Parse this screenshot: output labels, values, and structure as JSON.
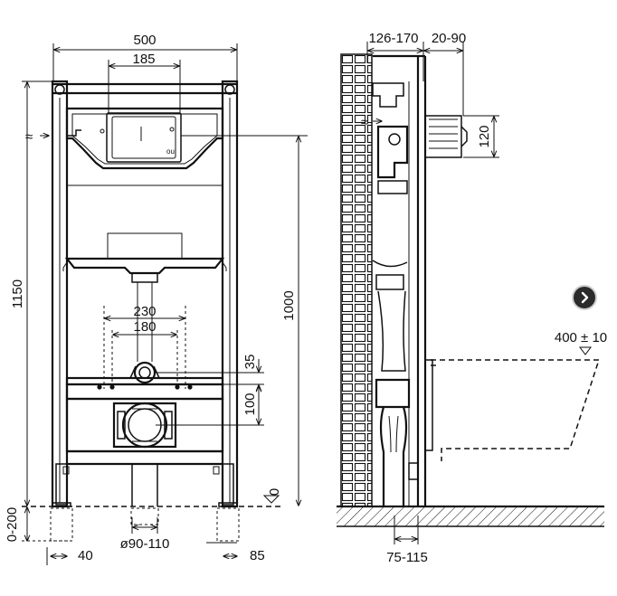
{
  "dimensions": {
    "frame_width": "500",
    "flush_plate_width": "185",
    "total_height": "1150",
    "actuation_height": "1000",
    "foot_adjust": "0-200",
    "foot_offset": "40",
    "spacing_outer": "230",
    "spacing_inner": "180",
    "drain_diameter": "ø90-110",
    "bolt_offset": "85",
    "floor_level": "0",
    "outlet_offset_1": "35",
    "outlet_offset_2": "100",
    "wall_depth": "126-170",
    "plate_depth": "20-90",
    "inlet_height": "120",
    "bowl_height": "400 ± 10",
    "drain_setback": "75-115"
  },
  "controls": {
    "next_icon": "chevron-right-icon"
  }
}
